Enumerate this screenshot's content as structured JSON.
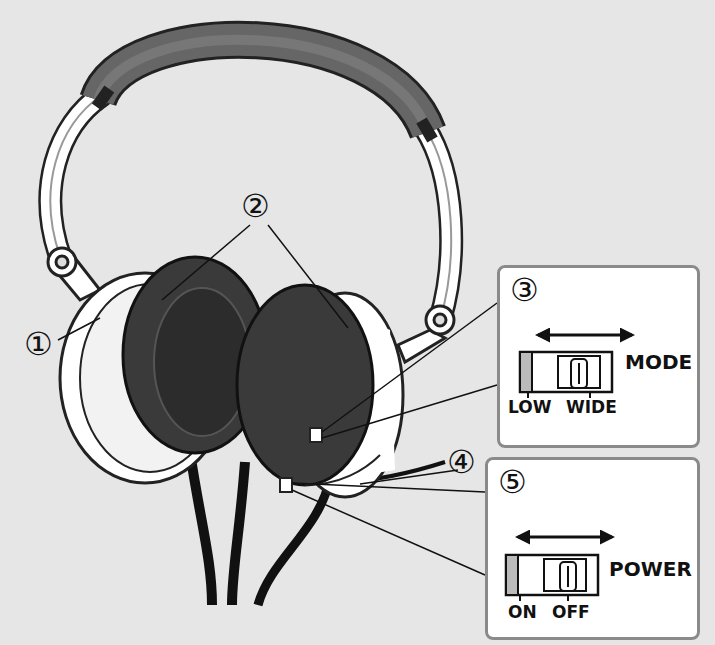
{
  "diagram": {
    "nodes": [
      {
        "text": [
          "③",
          "MODE",
          "LOW",
          "WIDE"
        ]
      },
      {
        "text": [
          "⑤",
          "POWER",
          "ON",
          "OFF"
        ]
      }
    ],
    "labels": [
      "①",
      "②",
      "④"
    ]
  }
}
